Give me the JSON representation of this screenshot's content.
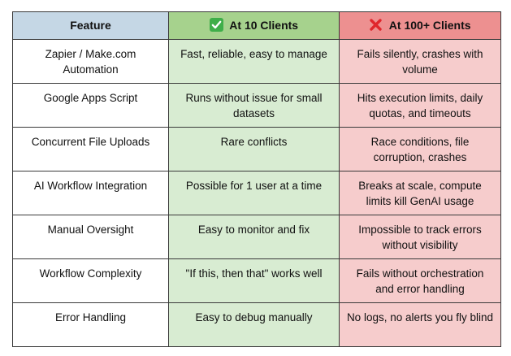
{
  "table": {
    "headers": {
      "feature": "Feature",
      "ten_clients": "At 10 Clients",
      "hundred_clients": "At 100+ Clients"
    },
    "header_icons": {
      "ten_clients": "check-mark-icon",
      "hundred_clients": "cross-mark-icon"
    },
    "colors": {
      "feature_header": "#c5d7e5",
      "ten_header": "#a6d28d",
      "hundred_header": "#ed9090",
      "ten_cell": "#d8ecd2",
      "hundred_cell": "#f6cccc",
      "check_icon": "#3fae49",
      "cross_icon": "#e0262c"
    },
    "rows": [
      {
        "feature": "Zapier / Make.com Automation",
        "ten": "Fast, reliable, easy to manage",
        "hundred": "Fails silently, crashes with volume"
      },
      {
        "feature": "Google Apps Script",
        "ten": "Runs without issue for small datasets",
        "hundred": "Hits execution limits, daily quotas, and timeouts"
      },
      {
        "feature": "Concurrent File Uploads",
        "ten": "Rare conflicts",
        "hundred": "Race conditions, file corruption, crashes"
      },
      {
        "feature": "AI Workflow Integration",
        "ten": "Possible for 1 user at a time",
        "hundred": "Breaks at scale, compute limits kill GenAI usage"
      },
      {
        "feature": "Manual Oversight",
        "ten": "Easy to monitor and fix",
        "hundred": "Impossible to track errors without visibility"
      },
      {
        "feature": "Workflow Complexity",
        "ten": "\"If this, then that\" works well",
        "hundred": "Fails without orchestration and error handling"
      },
      {
        "feature": "Error Handling",
        "ten": "Easy to debug manually",
        "hundred": "No logs, no alerts you fly blind"
      }
    ]
  }
}
